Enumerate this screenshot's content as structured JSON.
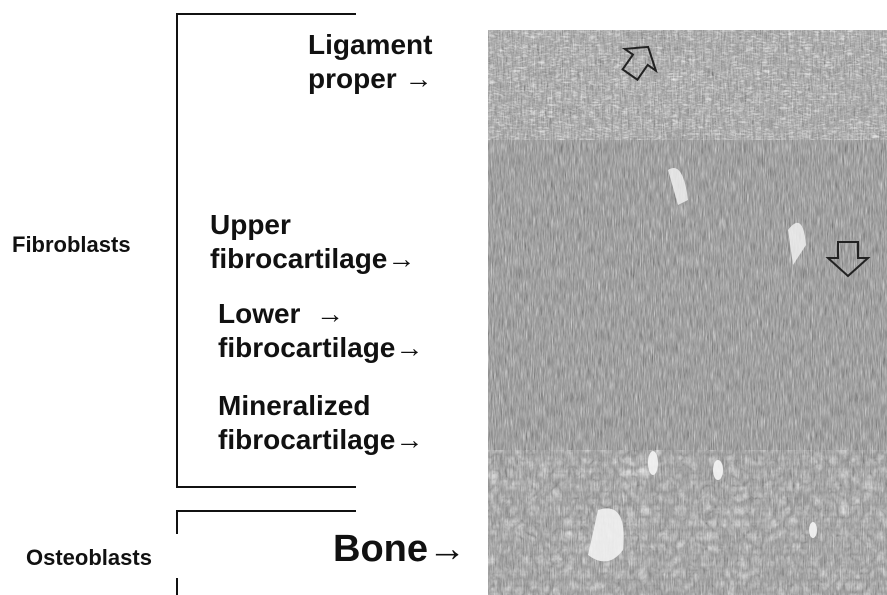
{
  "groups": {
    "fibroblasts": "Fibroblasts",
    "osteoblasts": "Osteoblasts"
  },
  "zones": {
    "ligament_l1": "Ligament",
    "ligament_l2": "proper →",
    "upper_l1": "Upper",
    "upper_l2": "fibrocartilage→",
    "lower_l1": "Lower  →",
    "lower_l2": "fibrocartilage→",
    "mineralized_l1": "Mineralized",
    "mineralized_l2": "fibrocartilage→",
    "bone": "Bone→"
  },
  "image": {
    "description_icon": "histology-micrograph",
    "colors": {
      "ink": "#111111",
      "tissue_light": "#d9d9d9",
      "tissue_dark": "#3a3a3a"
    }
  }
}
